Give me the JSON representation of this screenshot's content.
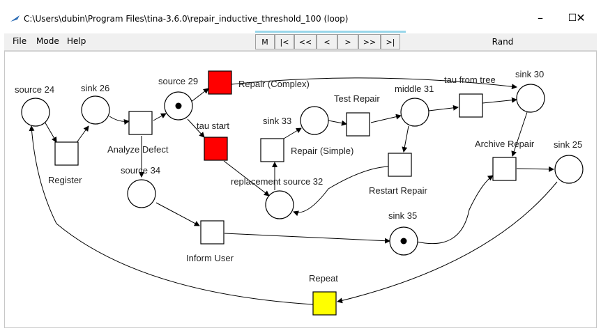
{
  "window": {
    "title": "C:\\Users\\dubin\\Program Files\\tina-3.6.0\\repair_inductive_threshold_100 (loop)",
    "minimize_label": "–",
    "maximize_label": "☐",
    "close_label": "✕"
  },
  "menu": {
    "file": "File",
    "mode": "Mode",
    "help": "Help"
  },
  "toolbar": {
    "m": "M",
    "first": "|<",
    "fast_back": "<<",
    "back": "<",
    "forward": ">",
    "fast_forward": ">>",
    "last": ">|",
    "rand": "Rand"
  },
  "colors": {
    "red_transition": "#ff0000",
    "yellow_transition": "#ffff00",
    "accent": "#99d6ea"
  },
  "net": {
    "places": {
      "source24": "source 24",
      "sink26": "sink 26",
      "source29": "source 29",
      "source34": "source 34",
      "sink33": "sink 33",
      "middle31": "middle 31",
      "sink30": "sink 30",
      "sink25": "sink 25",
      "replacement_source32": "replacement source 32",
      "sink35": "sink 35"
    },
    "transitions": {
      "register": "Register",
      "analyze_defect": "Analyze Defect",
      "repair_complex": "Repair (Complex)",
      "tau_start": "tau start",
      "test_repair": "Test Repair",
      "tau_from_tree": "tau from tree",
      "repair_simple": "Repair (Simple)",
      "restart_repair": "Restart Repair",
      "archive_repair": "Archive Repair",
      "inform_user": "Inform User",
      "repeat": "Repeat"
    }
  }
}
